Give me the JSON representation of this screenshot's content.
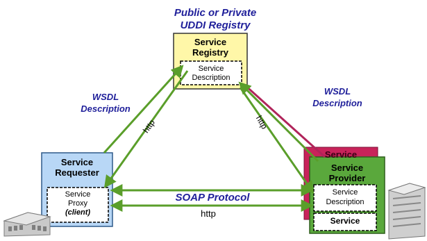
{
  "registry_caption": {
    "line1": "Public or Private",
    "line2": "UDDI Registry"
  },
  "registry": {
    "title_line1": "Service",
    "title_line2": "Registry",
    "inner_line1": "Service",
    "inner_line2": "Description"
  },
  "requester": {
    "title_line1": "Service",
    "title_line2": "Requester",
    "inner_line1": "Service",
    "inner_line2": "Proxy",
    "inner_line3": "(client)"
  },
  "provider": {
    "back_title": "Service",
    "title_line1": "Service",
    "title_line2": "Provider",
    "inner_line1": "Service",
    "inner_line2": "Description",
    "service_label": "Service"
  },
  "labels": {
    "wsdl_left_line1": "WSDL",
    "wsdl_left_line2": "Description",
    "wsdl_right_line1": "WSDL",
    "wsdl_right_line2": "Description",
    "http_left": "http",
    "http_right": "http",
    "soap_protocol": "SOAP Protocol",
    "http_bottom": "http"
  },
  "colors": {
    "arrow_green": "#5a9e2a",
    "registry_fill": "#fff7a8",
    "requester_fill": "#b8d7f6",
    "provider_fill": "#5aa83c",
    "provider_back_fill": "#c8235a",
    "caption_blue": "#1f1f9a"
  },
  "icons": {
    "left_building": "building-icon",
    "right_building": "server-tower-icon"
  }
}
